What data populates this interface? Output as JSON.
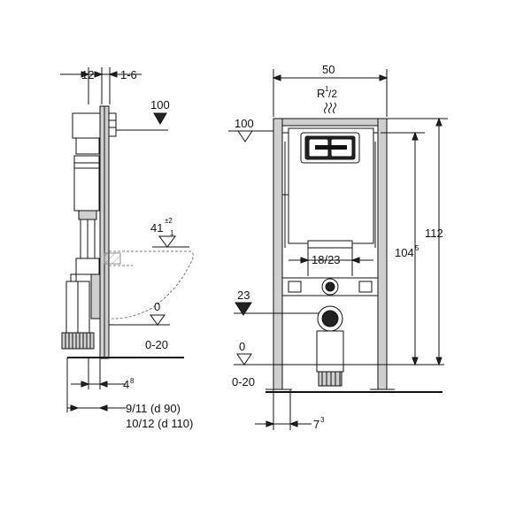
{
  "side_view": {
    "dim_top_left": "12",
    "dim_top_right": "1-6",
    "level_100": "100",
    "level_41": "41",
    "level_41_tol_plus": "±2",
    "level_41_tol_sub": "1",
    "level_0": "0",
    "level_0_20": "0-20",
    "dim_4_main": "4",
    "dim_4_sup": "8",
    "pipe_line1": "9/11   (d 90)",
    "pipe_line2": "10/12 (d 110)"
  },
  "front_view": {
    "width_50": "50",
    "supply_r": "R",
    "supply_frac": "1",
    "supply_slash": "/2",
    "level_100": "100",
    "height_112": "112",
    "height_104_main": "104",
    "height_104_sup": "5",
    "spacing": "18/23",
    "level_23": "23",
    "level_0": "0",
    "level_0_20": "0-20",
    "dim_7_main": "7",
    "dim_7_sup": "3"
  },
  "icons": [
    "water-supply-waves-icon",
    "level-marker-triangle-icon",
    "arrowhead-icon",
    "flush-plate-icon"
  ],
  "colors": {
    "line": "#111111",
    "frame_fill": "#cfcfcf",
    "dark_fill": "#222222"
  }
}
